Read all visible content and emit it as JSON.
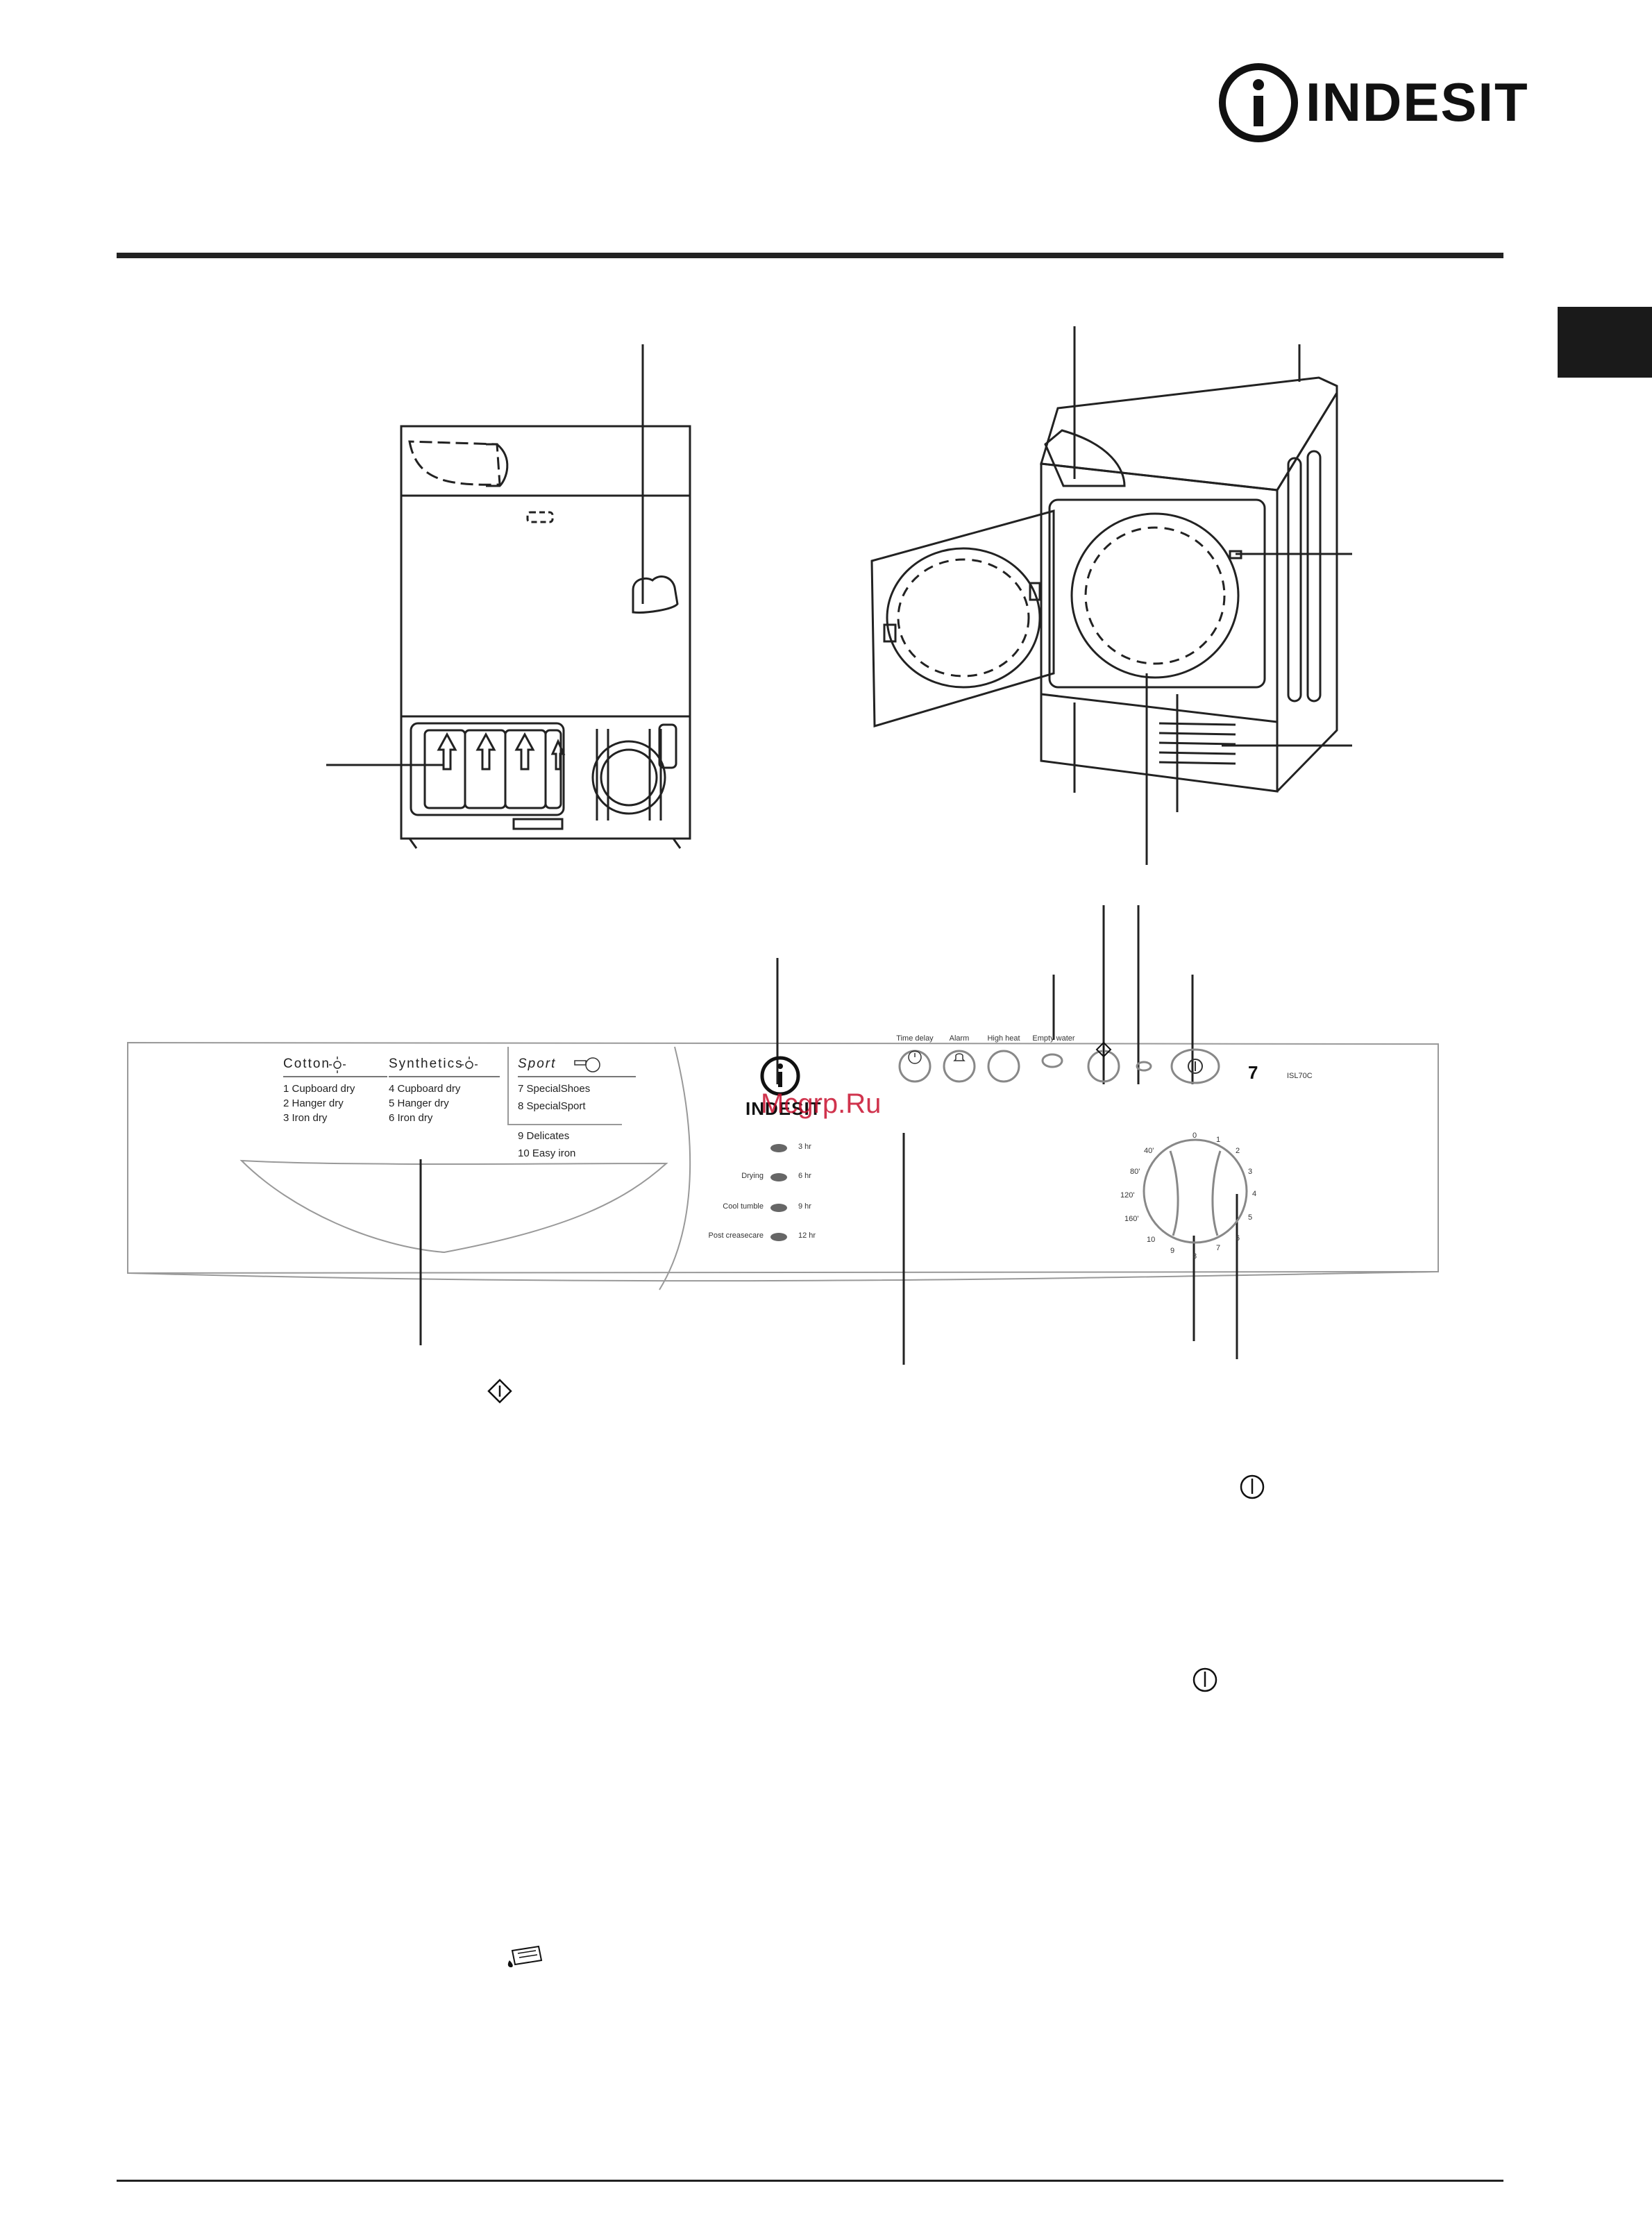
{
  "brand": {
    "name": "INDESIT"
  },
  "watermark": {
    "text": "Mcgrp.Ru"
  },
  "panel": {
    "brand": "INDESIT",
    "model": "ISL70C",
    "load_kg": "7",
    "groups": [
      {
        "title": "Cotton",
        "items": [
          "1  Cupboard dry",
          "2  Hanger dry",
          "3  Iron dry"
        ]
      },
      {
        "title": "Synthetics",
        "items": [
          "4  Cupboard dry",
          "5  Hanger dry",
          "6  Iron dry"
        ]
      },
      {
        "title": "Sport",
        "items": [
          "7  SpecialShoes",
          "8  SpecialSport"
        ]
      }
    ],
    "extra_programs": [
      "9  Delicates",
      "10  Easy iron"
    ],
    "status_lights": [
      {
        "label": "",
        "hours": "3 hr"
      },
      {
        "label": "Drying",
        "hours": "6 hr"
      },
      {
        "label": "Cool tumble",
        "hours": "9 hr"
      },
      {
        "label": "Post creasecare",
        "hours": "12 hr"
      }
    ],
    "buttons": [
      "Time delay",
      "Alarm",
      "High heat",
      "Empty water"
    ],
    "dial_labels": {
      "numbers": [
        "0",
        "1",
        "2",
        "3",
        "4",
        "5",
        "6",
        "7",
        "8",
        "9",
        "10"
      ],
      "times": [
        "40'",
        "80'",
        "120'",
        "160'"
      ]
    }
  },
  "icons": [
    "indesit-logo-icon",
    "start-pause-icon",
    "on-off-icon",
    "empty-water-icon",
    "sun-icon",
    "bell-icon",
    "clock-icon",
    "shoe-icon"
  ],
  "colors": {
    "ink": "#111111",
    "tab": "#1a1a1a",
    "watermark": "#c8102e"
  }
}
